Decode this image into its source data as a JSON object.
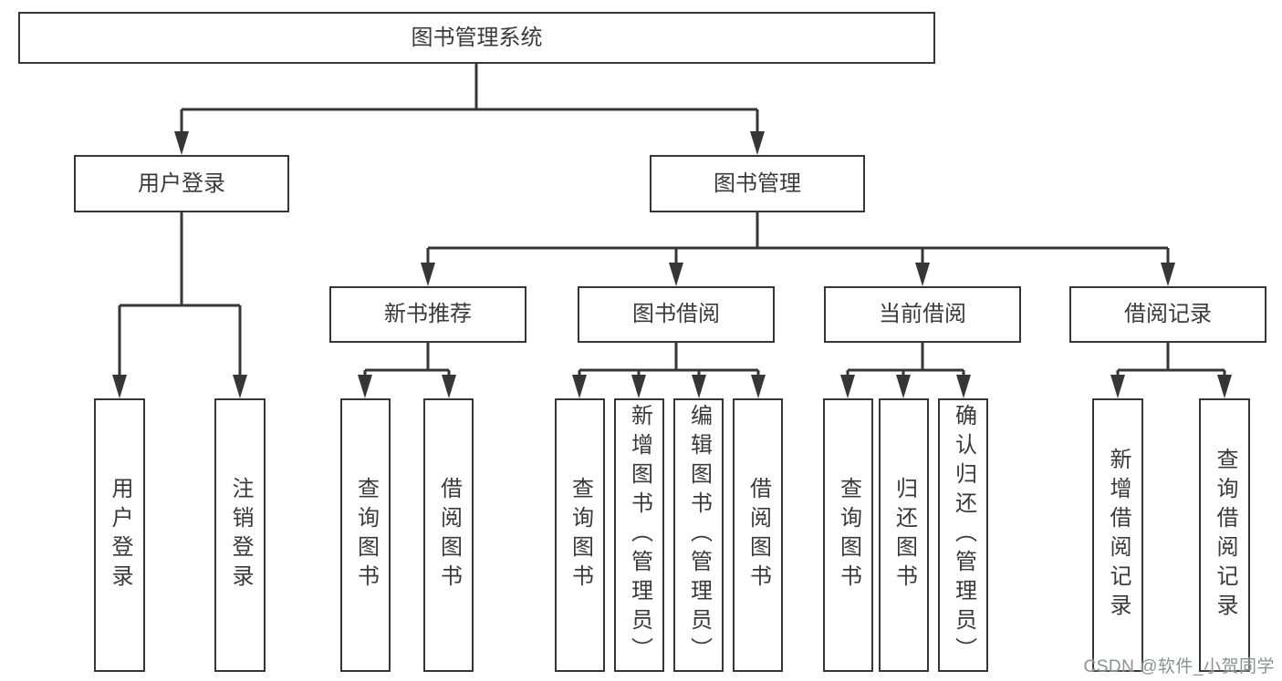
{
  "tree": {
    "root": {
      "label": "图书管理系统",
      "children": [
        {
          "label": "用户登录",
          "children": [
            {
              "label": "用户登录"
            },
            {
              "label": "注销登录"
            }
          ]
        },
        {
          "label": "图书管理",
          "children": [
            {
              "label": "新书推荐",
              "children": [
                {
                  "label": "查询图书"
                },
                {
                  "label": "借阅图书"
                }
              ]
            },
            {
              "label": "图书借阅",
              "children": [
                {
                  "label": "查询图书"
                },
                {
                  "label": "新增图书（管理员）"
                },
                {
                  "label": "编辑图书（管理员）"
                },
                {
                  "label": "借阅图书"
                }
              ]
            },
            {
              "label": "当前借阅",
              "children": [
                {
                  "label": "查询图书"
                },
                {
                  "label": "归还图书"
                },
                {
                  "label": "确认归还（管理员）"
                }
              ]
            },
            {
              "label": "借阅记录",
              "children": [
                {
                  "label": "新增借阅记录"
                },
                {
                  "label": "查询借阅记录"
                }
              ]
            }
          ]
        }
      ]
    }
  },
  "watermark": {
    "text": "CSDN @软件_小贺同学"
  },
  "colors": {
    "line": "#363636",
    "box_border": "#363636",
    "text": "#3a3a3a",
    "background": "#ffffff",
    "watermark": "#8d9095"
  }
}
